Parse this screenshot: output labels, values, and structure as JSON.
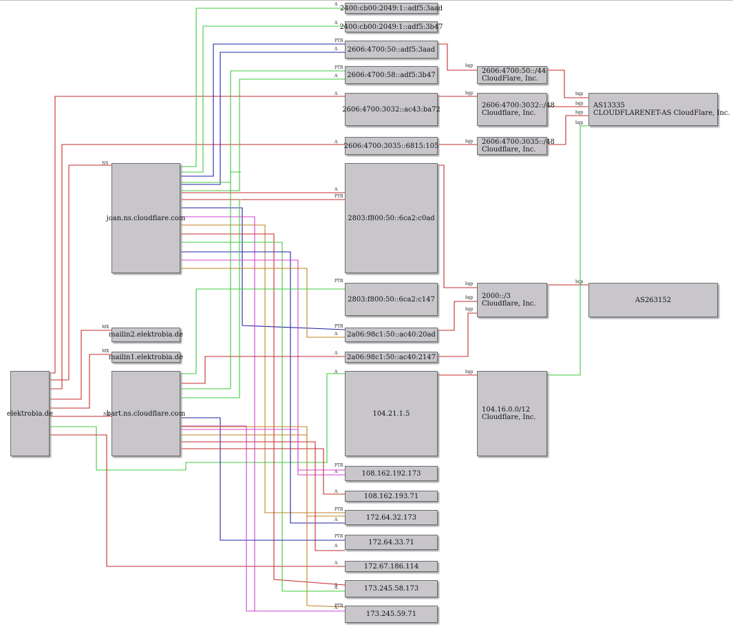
{
  "colors": {
    "red": "#c62828",
    "green": "#3cc83c",
    "blue": "#2020a8",
    "magenta": "#d040d0",
    "orange": "#c08020",
    "node_fill": "#c8c6ca"
  },
  "nodes": {
    "ip6_3aad_cb00": "2400:cb00:2049:1::adf5:3aad",
    "ip6_3b47_cb00": "2400:cb00:2049:1::adf5:3b47",
    "ip6_3aad_4700": "2606:4700:50::adf5:3aad",
    "ip6_3b47_4700": "2606:4700:58::adf5:3b47",
    "ip6_ba72": "2606:4700:3032::ac43:ba72",
    "ip6_6815": "2606:4700:3035::6815:105",
    "pfx_50_44": "2606:4700:50::/44\nCloudFlare, Inc.",
    "pfx_3032": "2606:4700:3032::/48\nCloudflare, Inc.",
    "pfx_3035": "2606:4700:3035::/48\nCloudflare, Inc.",
    "as13335": "AS13335\nCLOUDFLARENET-AS CloudFlare, Inc.",
    "joan": "joan.ns.cloudflare.com",
    "ip6_c0ad": "2803:f800:50::6ca2:c0ad",
    "ip6_c147": "2803:f800:50::6ca2:c147",
    "pfx_2000": "2000::/3\nCloudflare, Inc.",
    "as263152": "AS263152",
    "mailin2": "mailin2.elektrobia.de",
    "mailin1": "mailin1.elektrobia.de",
    "ip6_20ad": "2a06:98c1:50::ac40:20ad",
    "ip6_2147": "2a06:98c1:50::ac40:2147",
    "elektrobia": "elektrobia.de",
    "bart": "bart.ns.cloudflare.com",
    "ip4_104": "104.21.1.5",
    "pfx_104": "104.16.0.0/12\nCloudflare, Inc.",
    "ip4_192": "108.162.192.173",
    "ip4_193": "108.162.193.71",
    "ip4_32": "172.64.32.173",
    "ip4_33": "172.64.33.71",
    "ip4_186": "172.67.186.114",
    "ip4_58": "173.245.58.173",
    "ip4_59": "173.245.59.71"
  },
  "edge_labels": {
    "a": "A",
    "ptr": "PTR",
    "ns": "NS",
    "mx": "MX",
    "bgp": "bgp"
  }
}
